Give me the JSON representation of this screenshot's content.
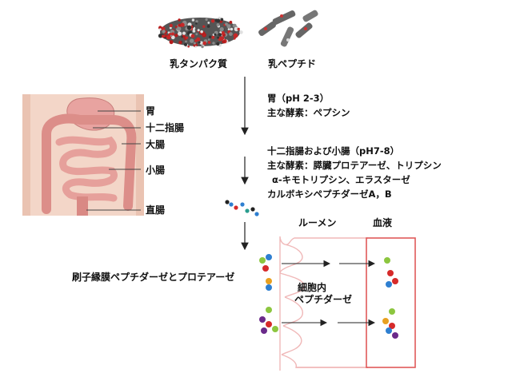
{
  "labels": {
    "milk_protein": "乳タンパク質",
    "milk_peptide": "乳ペプチド",
    "organ_stomach": "胃",
    "organ_duodenum": "十二指腸",
    "organ_large_intestine": "大腸",
    "organ_small_intestine": "小腸",
    "organ_rectum": "直腸",
    "lumen": "ルーメン",
    "blood": "血液",
    "brush_border": "刷子縁膜ペプチダーゼとプロテアーゼ",
    "intracellular_line1": "細胞内",
    "intracellular_line2": "ペプチダーゼ"
  },
  "stages": {
    "stomach_line1": "胃（pH 2-3）",
    "stomach_line2": "主な酵素：ペプシン",
    "intestine_line1": "十二指腸および小腸（pH7-8）",
    "intestine_line2": "主な酵素：膵臓プロテアーゼ、トリプシン",
    "intestine_line3": "α-キモトリプシン、エラスターゼ",
    "intestine_line4": "カルボキシペプチダーゼA，B"
  },
  "colors": {
    "arrow": "#222222",
    "cell_outline": "#f0b8b8",
    "blood_outline": "#e05a5a",
    "organ_fill": "#e8a3a0",
    "skin": "#f3d6c8",
    "bead_red": "#d62a2a",
    "bead_green": "#8cc63f",
    "bead_blue": "#2e7fd1",
    "bead_purple": "#6a2a8a",
    "bead_orange": "#e8a020"
  }
}
